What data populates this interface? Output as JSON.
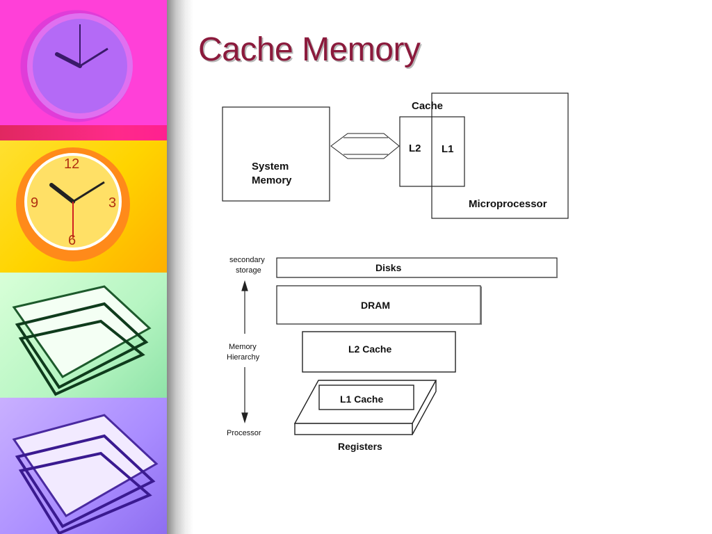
{
  "slide": {
    "title": "Cache Memory"
  },
  "diagram_top": {
    "system_memory_line1": "System",
    "system_memory_line2": "Memory",
    "cache_label": "Cache",
    "l2_label": "L2",
    "l1_label": "L1",
    "microprocessor_label": "Microprocessor"
  },
  "diagram_hierarchy": {
    "secondary_line1": "secondary",
    "secondary_line2": "storage",
    "hierarchy_line1": "Memory",
    "hierarchy_line2": "Hierarchy",
    "processor_label": "Processor",
    "levels": [
      "Disks",
      "DRAM",
      "L2 Cache",
      "L1 Cache"
    ],
    "registers_label": "Registers"
  },
  "decor": {
    "photo_theme": [
      "clock-purple",
      "clock-yellow",
      "papers-green",
      "papers-purple"
    ]
  }
}
